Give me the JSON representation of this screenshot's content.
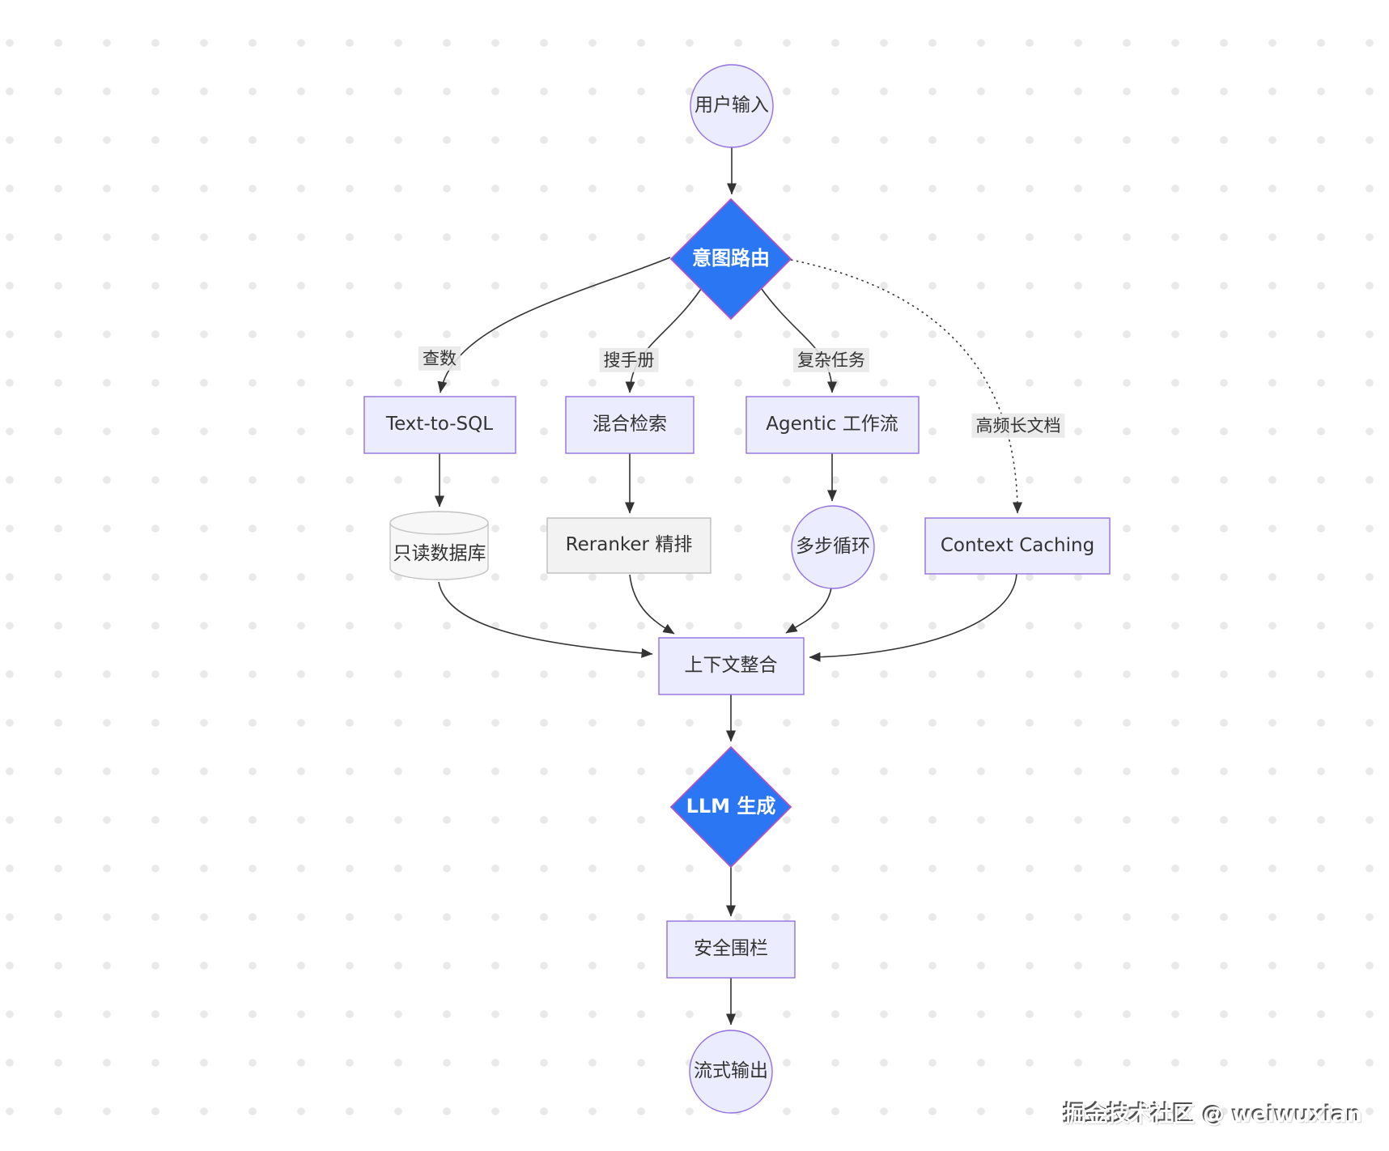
{
  "nodes": {
    "user_input": "用户输入",
    "intent_router": "意图路由",
    "text_to_sql": "Text-to-SQL",
    "hybrid_retrieval": "混合检索",
    "agentic_workflow": "Agentic 工作流",
    "readonly_db": "只读数据库",
    "reranker": "Reranker 精排",
    "multi_step_loop": "多步循环",
    "context_caching": "Context Caching",
    "context_merge": "上下文整合",
    "llm_generate": "LLM 生成",
    "guardrail": "安全围栏",
    "stream_output": "流式输出"
  },
  "edge_labels": {
    "query_data": "查数",
    "search_manual": "搜手册",
    "complex_task": "复杂任务",
    "high_freq_long_doc": "高频长文档"
  },
  "colors": {
    "node_fill": "#ECECFF",
    "node_stroke": "#9370DB",
    "decision_fill": "#2B76F3",
    "decision_stroke": "#B052C5",
    "gray_fill": "#F2F2F2",
    "gray_stroke": "#BDBDBD",
    "cyl_fill": "#F7F7F7",
    "cyl_stroke": "#C4C4C4",
    "edge": "#333333"
  },
  "watermark": "掘金技术社区 @ weiwuxian"
}
